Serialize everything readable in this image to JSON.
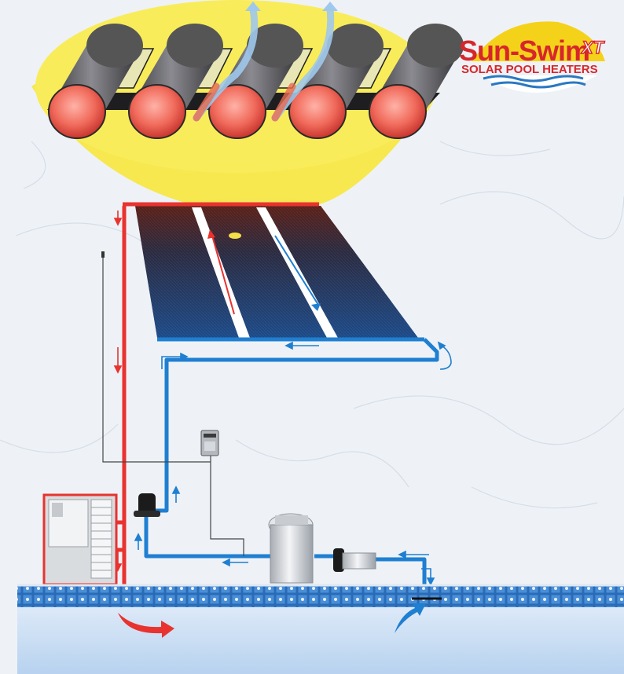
{
  "brand": {
    "name": "Sun-Swim",
    "suffix": "XT",
    "tagline": "SOLAR POOL HEATERS"
  },
  "colors": {
    "hot": "#e8332f",
    "cold": "#1f7fd1",
    "sun": "#f7e64a",
    "brand_red": "#d7262b",
    "brand_blue": "#2a78c2",
    "panel_dark": "#1a2a4a",
    "background": "#eef2f7"
  },
  "diagram": {
    "tubes_in_magnifier": 5,
    "components": [
      "solar-collector-panel",
      "heat-pump-unit",
      "valve-actuator",
      "solar-controller",
      "pool-filter",
      "pool-pump",
      "swimming-pool"
    ]
  }
}
